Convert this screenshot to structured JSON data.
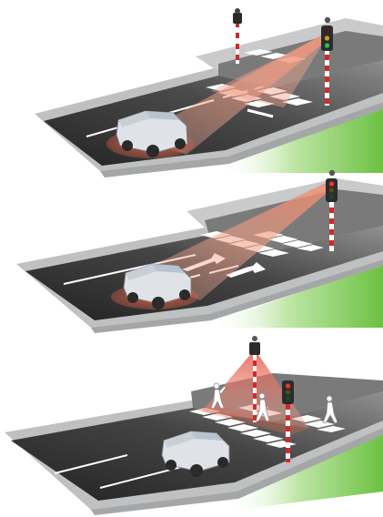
{
  "colors": {
    "background": "#ffffff",
    "asphalt_light": "#6a6a6a",
    "asphalt_dark": "#2a2a2a",
    "sidewalk": "#c9cacb",
    "curb": "#a9aaab",
    "grass": "#78c850",
    "road_marking": "#ffffff",
    "detection_zone": "#e0634a",
    "camera_beam": "#f2a58f",
    "pole_red": "#d02a28",
    "pole_white": "#ffffff",
    "signal_housing": "#2b2b2b",
    "signal_green": "#2fbf4a",
    "signal_red": "#e23b2c",
    "vehicle_body": "#dfe2e6",
    "vehicle_shadow": "#5b5b5b",
    "pedestrian": "#ffffff"
  },
  "panels": [
    {
      "scene": "vehicle-approach-detection"
    },
    {
      "scene": "vehicle-turn-lane-detection"
    },
    {
      "scene": "pedestrian-crossing-detection"
    }
  ]
}
